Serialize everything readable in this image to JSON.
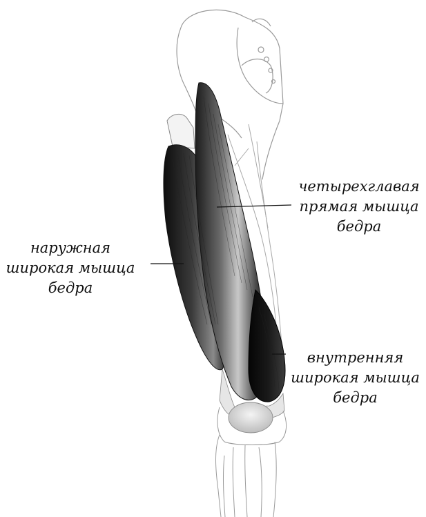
{
  "labels": {
    "rectus_femoris": [
      "четырехглавая",
      "прямая мышца",
      "бедра"
    ],
    "vastus_lateralis": [
      "наружная",
      "широкая мышца",
      "бедра"
    ],
    "vastus_medialis": [
      "внутренняя",
      "широкая мышца",
      "бедра"
    ]
  },
  "colors": {
    "background": "#ffffff",
    "ink": "#111111",
    "muscle_dark": "#1a1a1a",
    "muscle_mid": "#555555",
    "bone_line": "#9a9a9a"
  }
}
